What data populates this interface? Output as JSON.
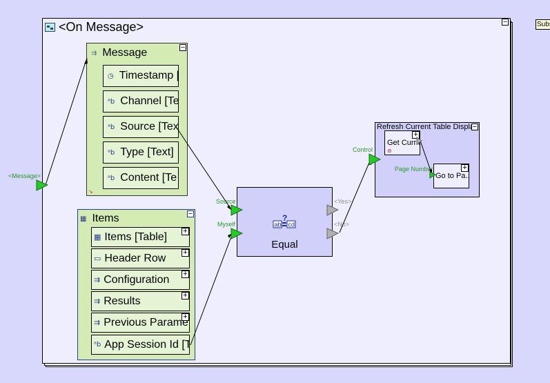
{
  "canvas": {
    "background_color": "#d8d8fc",
    "tooltip": "Subs"
  },
  "frame": {
    "title": "<On Message>",
    "icon": "event-handler-icon",
    "collapse_label": "−",
    "input_port": {
      "label": "<Message>"
    }
  },
  "message_group": {
    "title": "Message",
    "icon": "structure-icon",
    "collapse_label": "−",
    "fields": [
      {
        "label": "Timestamp [",
        "icon": "clock-icon",
        "glyph": "◷"
      },
      {
        "label": "Channel [Te",
        "icon": "text-icon",
        "glyph": "ᵃb"
      },
      {
        "label": "Source [Tex",
        "icon": "text-icon",
        "glyph": "ᵃb"
      },
      {
        "label": "Type [Text]",
        "icon": "text-icon",
        "glyph": "ᵃb"
      },
      {
        "label": "Content [Te",
        "icon": "text-icon",
        "glyph": "ᵃb"
      }
    ]
  },
  "items_group": {
    "title": "Items",
    "icon": "table-group-icon",
    "collapse_label": "−",
    "fields": [
      {
        "label": "Items [Table]",
        "icon": "table-icon",
        "glyph": "▦",
        "expand": "+"
      },
      {
        "label": "Header Row",
        "icon": "row-icon",
        "glyph": "▭",
        "expand": "+"
      },
      {
        "label": "Configuration",
        "icon": "structure-icon",
        "glyph": "⇉",
        "expand": "+"
      },
      {
        "label": "Results",
        "icon": "structure-icon",
        "glyph": "⇉",
        "expand": "+"
      },
      {
        "label": "Previous Paramet",
        "icon": "structure-icon",
        "glyph": "⇉",
        "expand": "+"
      },
      {
        "label": "App Session Id [T",
        "icon": "text-icon",
        "glyph": "ᵃb"
      }
    ]
  },
  "equal_node": {
    "title": "Equal",
    "icon": "compare-icon",
    "inputs": [
      {
        "label": "Source"
      },
      {
        "label": "Myself"
      }
    ],
    "outputs": [
      {
        "label": "<Yes>"
      },
      {
        "label": "<No>"
      }
    ]
  },
  "refresh_node": {
    "title": "Refresh Current Table Displa",
    "collapse_label": "−",
    "input_port": {
      "label": "Control"
    },
    "children": [
      {
        "label": "Get Curr.I",
        "expand": "+"
      },
      {
        "label": "Go to Pa..",
        "expand": "+",
        "input_port": "Page Number"
      }
    ]
  },
  "colors": {
    "group_fill": "#d4ecb4",
    "node_fill": "#d0d0fa",
    "port_active": "#22cc22",
    "port_inactive": "#b0b0b0"
  }
}
